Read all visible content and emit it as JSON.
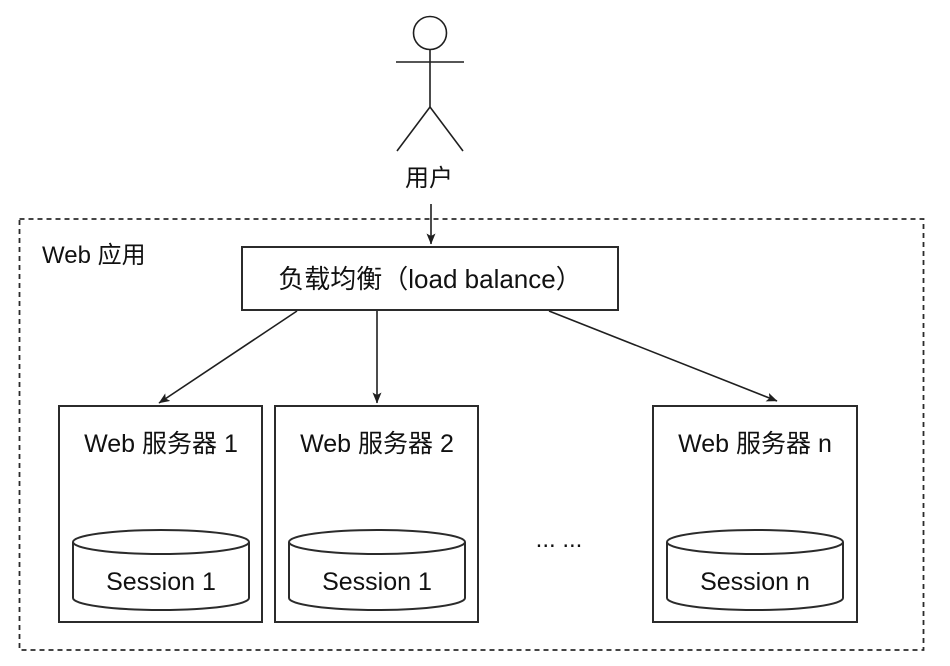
{
  "diagram": {
    "title_hint": "load-balanced web application session diagram",
    "actor": {
      "label": "用户"
    },
    "container": {
      "label": "Web 应用"
    },
    "load_balancer": {
      "label": "负载均衡（load balance）"
    },
    "servers": [
      {
        "label": "Web 服务器 1",
        "session": "Session 1"
      },
      {
        "label": "Web 服务器 2",
        "session": "Session 1"
      },
      {
        "label": "Web 服务器 n",
        "session": "Session n"
      }
    ],
    "ellipsis": "... ...",
    "colors": {
      "background": "#ffffff",
      "stroke": "#2b2b2b",
      "text": "#111111"
    }
  }
}
